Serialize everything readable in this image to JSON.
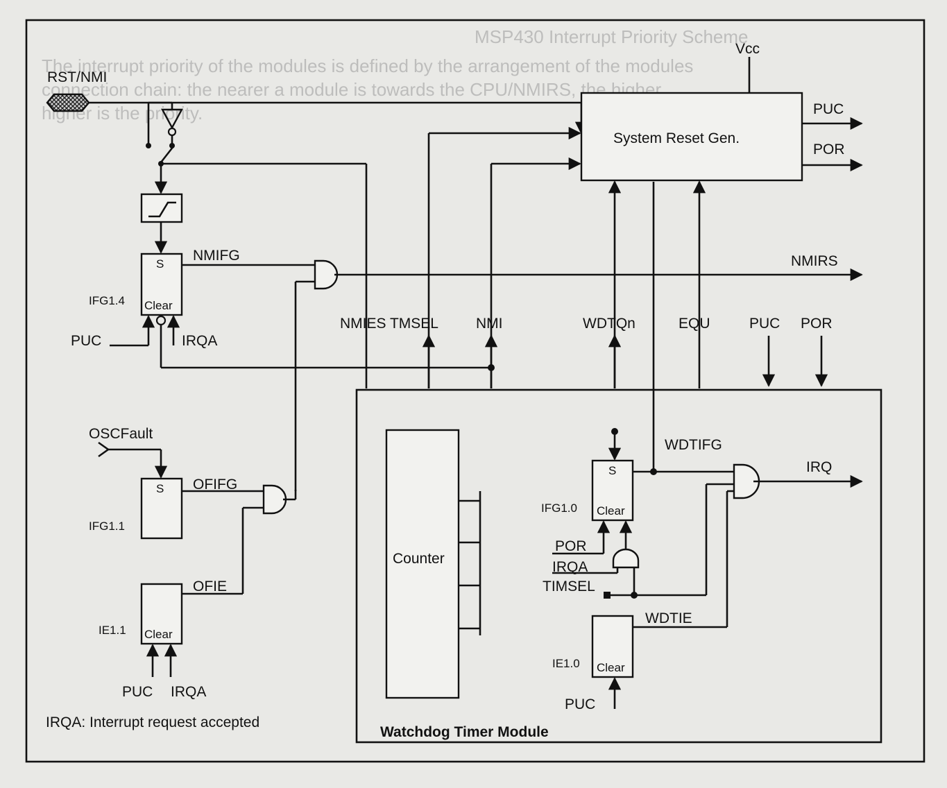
{
  "labels": {
    "rst_nmi": "RST/NMI",
    "vcc": "Vcc",
    "system_reset_gen": "System Reset Gen.",
    "puc_out": "PUC",
    "por_out": "POR",
    "nmifg": "NMIFG",
    "nmirs": "NMIRS",
    "ifg14": "IFG1.4",
    "s": "S",
    "clear": "Clear",
    "puc": "PUC",
    "irqa": "IRQA",
    "nmies_tmsel": "NMIES TMSEL",
    "nmi": "NMI",
    "wdtqn": "WDTQn",
    "equ": "EQU",
    "puc_in": "PUC",
    "por_in": "POR",
    "oscfault": "OSCFault",
    "ofifg": "OFIFG",
    "ifg11": "IFG1.1",
    "ofie": "OFIE",
    "ie11": "IE1.1",
    "puc_ie11": "PUC",
    "irqa_ie11": "IRQA",
    "irqa_note": "IRQA: Interrupt request accepted",
    "counter": "Counter",
    "watchdog_timer_module": "Watchdog Timer Module",
    "wdtifg": "WDTIFG",
    "irq": "IRQ",
    "ifg10": "IFG1.0",
    "por_wdt": "POR",
    "irqa_wdt": "IRQA",
    "timsel": "TIMSEL",
    "wdtie": "WDTIE",
    "ie10": "IE1.0",
    "puc_ie10": "PUC"
  },
  "bleed_through": {
    "heading": "MSP430 Interrupt Priority Scheme",
    "line1": "The interrupt priority of the modules is defined by the arrangement of the modules",
    "line2": "connection chain: the nearer a module is towards the CPU/NMIRS, the higher",
    "line3": "higher is the priority."
  },
  "colors": {
    "paper": "#e9e9e6",
    "ink": "#111111",
    "bleed": "#9a9a9a"
  }
}
